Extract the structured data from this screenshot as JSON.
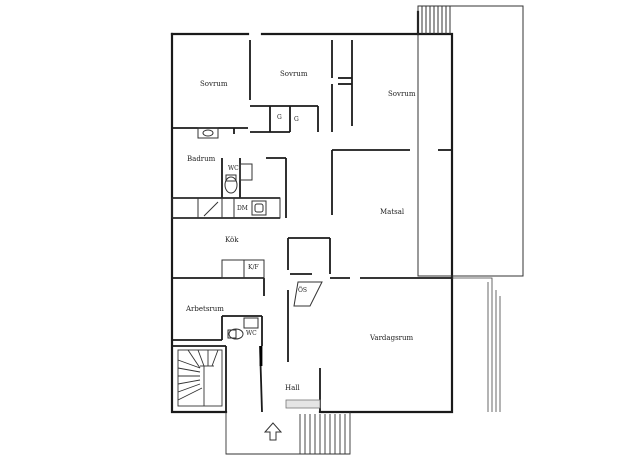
{
  "rooms": {
    "sovrum_1": "Sovrum",
    "sovrum_2": "Sovrum",
    "sovrum_3": "Sovrum",
    "badrum": "Badrum",
    "kok": "Kök",
    "matsal": "Matsal",
    "arbetsrum": "Arbetsrum",
    "vardagsrum": "Vardagsrum",
    "hall": "Hall"
  },
  "fixtures": {
    "g1": "G",
    "g2": "G",
    "wc1": "WC",
    "wc2": "WC",
    "dm": "DM",
    "kf": "K/F",
    "os": "ÖS"
  },
  "colors": {
    "wall": "#1a1a1a",
    "line": "#555555",
    "background": "#ffffff"
  },
  "entrance_icon": "up-arrow-icon"
}
